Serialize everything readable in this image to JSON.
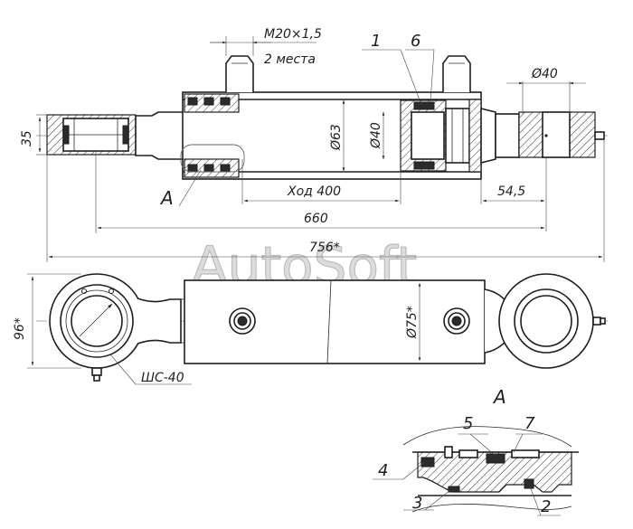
{
  "watermark": "AutoSoft",
  "dimensions": {
    "thread": "M20×1,5",
    "thread_count": "2 места",
    "rod_diameter": "Ø40",
    "piston_diameter": "Ø63",
    "bore_diameter": "Ø40",
    "stroke": "Ход 400",
    "end_offset": "54,5",
    "eye_height": "35",
    "center_distance": "660",
    "overall_length": "756*",
    "side_height": "96*",
    "tube_diameter": "Ø75*",
    "bearing": "ШС-40"
  },
  "callouts": {
    "part_1": "1",
    "part_6": "6",
    "part_5": "5",
    "part_7": "7",
    "part_4": "4",
    "part_3": "3",
    "part_2": "2"
  },
  "detail": {
    "marker": "A",
    "title": "A"
  }
}
